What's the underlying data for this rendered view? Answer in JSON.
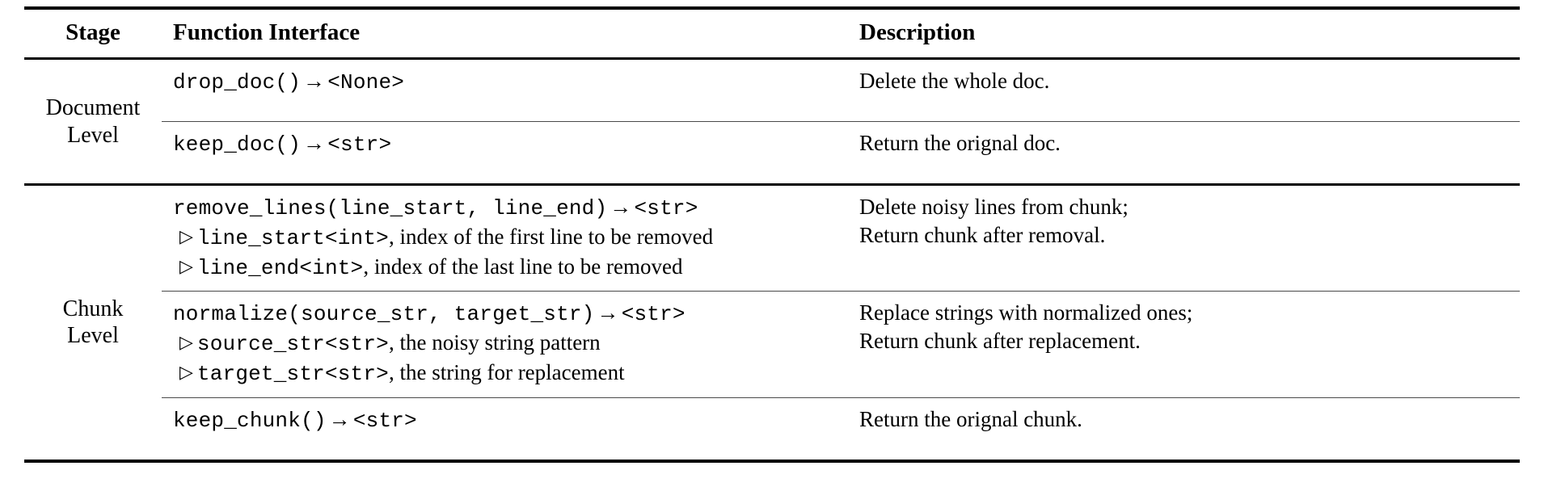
{
  "table": {
    "columns": {
      "stage": "Stage",
      "interface": "Function Interface",
      "description": "Description"
    },
    "stages": {
      "document": {
        "line1": "Document",
        "line2": "Level"
      },
      "chunk": {
        "line1": "Chunk",
        "line2": "Level"
      }
    },
    "rows": [
      {
        "id": "drop-doc",
        "stage_group": "document",
        "signature": {
          "name": "drop_doc()",
          "arrow": "→",
          "returns": "<None>"
        },
        "params": [],
        "description": [
          "Delete the whole doc."
        ]
      },
      {
        "id": "keep-doc",
        "stage_group": "document",
        "signature": {
          "name": "keep_doc()",
          "arrow": "→",
          "returns": "<str>"
        },
        "params": [],
        "description": [
          "Return the orignal doc."
        ]
      },
      {
        "id": "remove-lines",
        "stage_group": "chunk",
        "signature": {
          "name": "remove_lines(line_start, line_end)",
          "arrow": "→",
          "returns": "<str>"
        },
        "params": [
          {
            "marker": "▷",
            "code": "line_start<int>",
            "text": ", index of the first line to be removed"
          },
          {
            "marker": "▷",
            "code": "line_end<int>",
            "text": ", index of the last line to be removed"
          }
        ],
        "description": [
          "Delete noisy lines from chunk;",
          "Return chunk after removal."
        ]
      },
      {
        "id": "normalize",
        "stage_group": "chunk",
        "signature": {
          "name": "normalize(source_str, target_str)",
          "arrow": "→",
          "returns": "<str>"
        },
        "params": [
          {
            "marker": "▷",
            "code": "source_str<str>",
            "text": ", the noisy string pattern"
          },
          {
            "marker": "▷",
            "code": "target_str<str>",
            "text": ", the string for replacement"
          }
        ],
        "description": [
          "Replace strings with normalized ones;",
          "Return chunk after replacement."
        ]
      },
      {
        "id": "keep-chunk",
        "stage_group": "chunk",
        "signature": {
          "name": "keep_chunk()",
          "arrow": "→",
          "returns": "<str>"
        },
        "params": [],
        "description": [
          "Return the orignal chunk."
        ]
      }
    ]
  },
  "colors": {
    "text": "#000000",
    "rule_heavy": "#000000",
    "rule_light": "#4a4a4a",
    "background": "#ffffff"
  }
}
